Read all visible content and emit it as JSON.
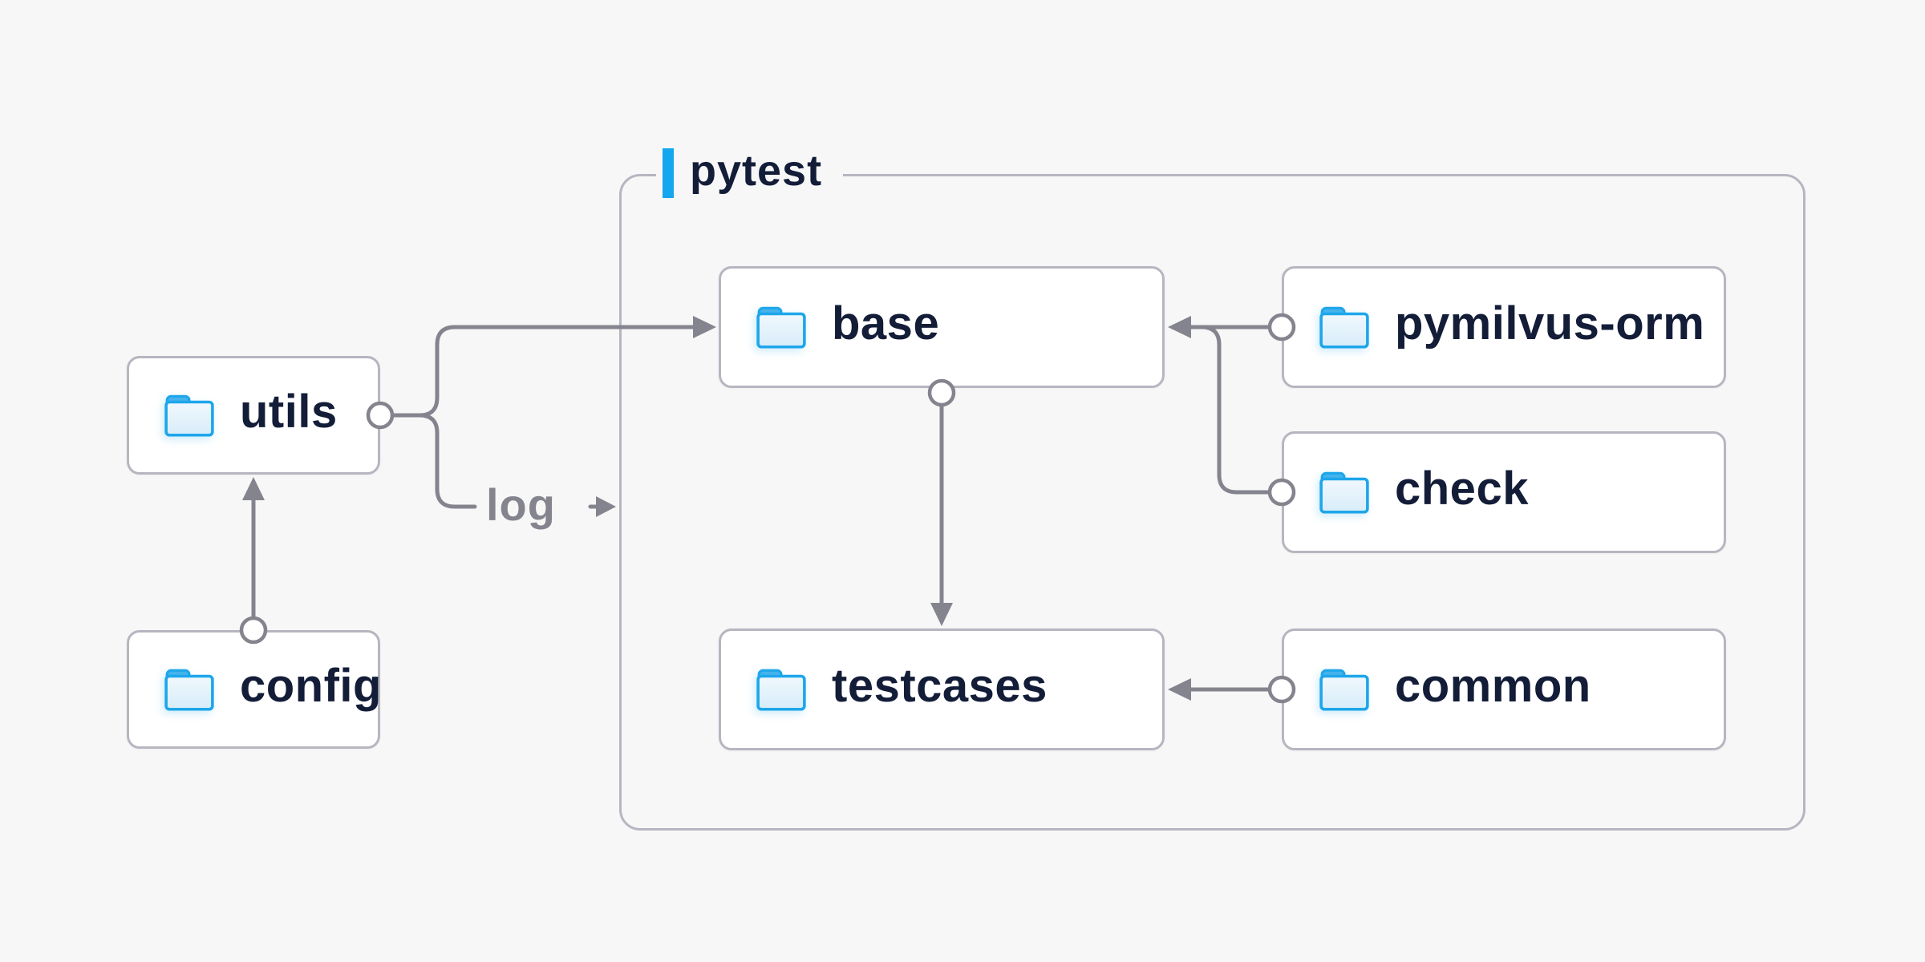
{
  "group": {
    "label": "pytest"
  },
  "nodes": [
    {
      "id": "utils",
      "label": "utils",
      "icon": "folder-icon"
    },
    {
      "id": "config",
      "label": "config",
      "icon": "folder-icon"
    },
    {
      "id": "base",
      "label": "base",
      "icon": "folder-icon"
    },
    {
      "id": "pymilvus-orm",
      "label": "pymilvus-orm",
      "icon": "folder-icon"
    },
    {
      "id": "check",
      "label": "check",
      "icon": "folder-icon"
    },
    {
      "id": "testcases",
      "label": "testcases",
      "icon": "folder-icon"
    },
    {
      "id": "common",
      "label": "common",
      "icon": "folder-icon"
    }
  ],
  "edges": [
    {
      "from": "config",
      "to": "utils"
    },
    {
      "from": "utils",
      "to": "base"
    },
    {
      "from": "utils",
      "to": "pytest-border",
      "label": "log"
    },
    {
      "from": "pymilvus-orm",
      "to": "base"
    },
    {
      "from": "check",
      "to": "base"
    },
    {
      "from": "base",
      "to": "testcases"
    },
    {
      "from": "common",
      "to": "testcases"
    }
  ],
  "edge_label": {
    "log": "log"
  },
  "colors": {
    "background": "#f7f7f8",
    "accent_blue": "#14a7ef",
    "folder_blue": "#1ea6ea",
    "line_gray": "#84848e",
    "border_gray": "#b6b6c0",
    "text_navy": "#131d38",
    "node_background": "#ffffff"
  }
}
